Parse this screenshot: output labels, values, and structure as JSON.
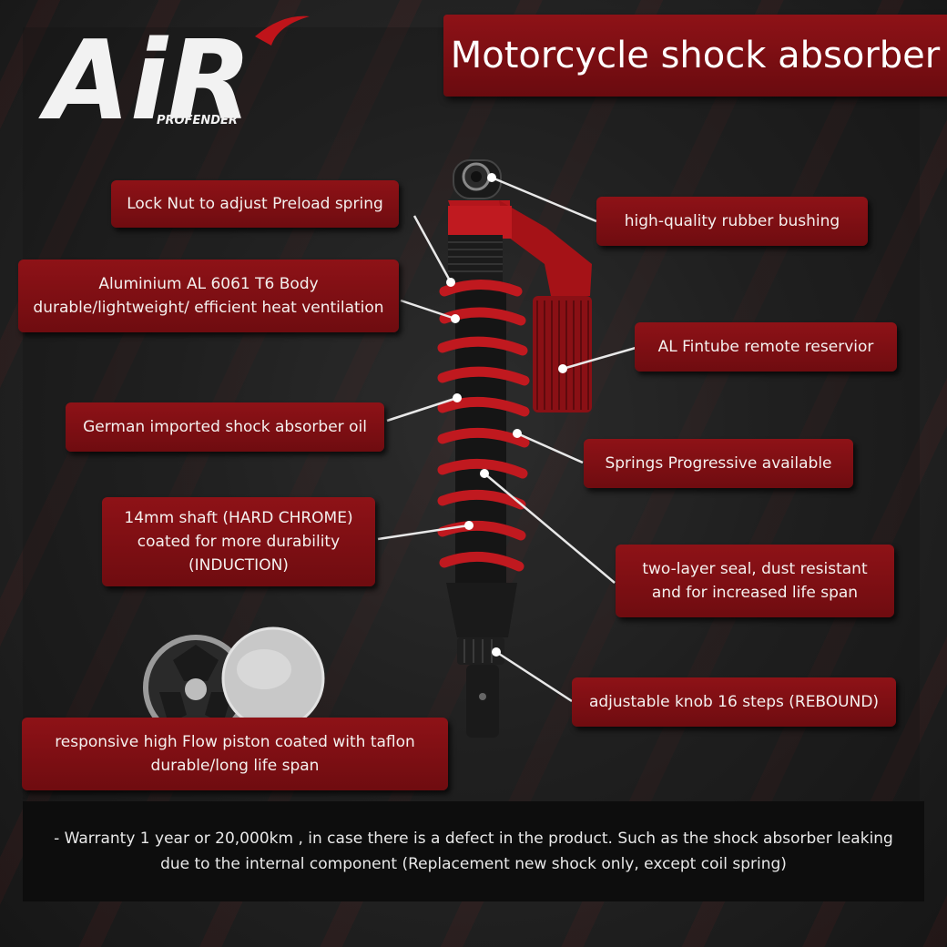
{
  "title": "Motorcycle shock absorber",
  "logo": {
    "text": "AiR",
    "sub": "PROFENDER"
  },
  "callouts": {
    "lock_nut": "Lock Nut to adjust Preload spring",
    "bushing": "high-quality rubber bushing",
    "body": "Aluminium AL 6061 T6 Body\ndurable/lightweight/ efficient heat ventilation",
    "reservoir": "AL Fintube remote reservior",
    "oil": "German imported shock absorber oil",
    "springs": "Springs Progressive available",
    "shaft": "14mm shaft (HARD CHROME)\ncoated for more durability\n(INDUCTION)",
    "seal": "two-layer seal, dust resistant\nand for increased life span",
    "knob": "adjustable knob 16 steps (REBOUND)",
    "piston": "responsive high Flow piston coated with taflon\ndurable/long life span"
  },
  "warranty": "- Warranty 1 year or 20,000km , in case there is a defect in the product. Such as the shock absorber leaking\ndue to the internal component (Replacement new shock only, except coil spring)",
  "colors": {
    "accent": "#8e1217",
    "background": "#262626",
    "text": "#f4f0ee"
  }
}
